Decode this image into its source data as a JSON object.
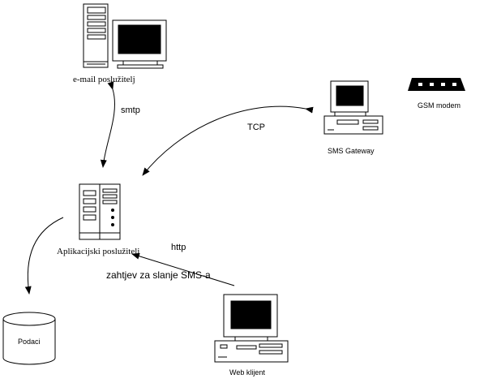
{
  "nodes": {
    "email_server": {
      "label": "e-mail poslužitelj"
    },
    "sms_gateway": {
      "label": "SMS Gateway"
    },
    "gsm_modem": {
      "label": "GSM modem"
    },
    "app_server": {
      "label": "Aplikacijski poslužitelj"
    },
    "database": {
      "label": "Podaci"
    },
    "web_client": {
      "label": "Web klijent"
    }
  },
  "edges": {
    "smtp": {
      "label": "smtp"
    },
    "tcp": {
      "label": "TCP"
    },
    "http": {
      "label": "http"
    },
    "request": {
      "label": "zahtjev za slanje SMS-a"
    }
  },
  "colors": {
    "stroke": "#000000",
    "screen": "#000000",
    "background": "#ffffff"
  }
}
